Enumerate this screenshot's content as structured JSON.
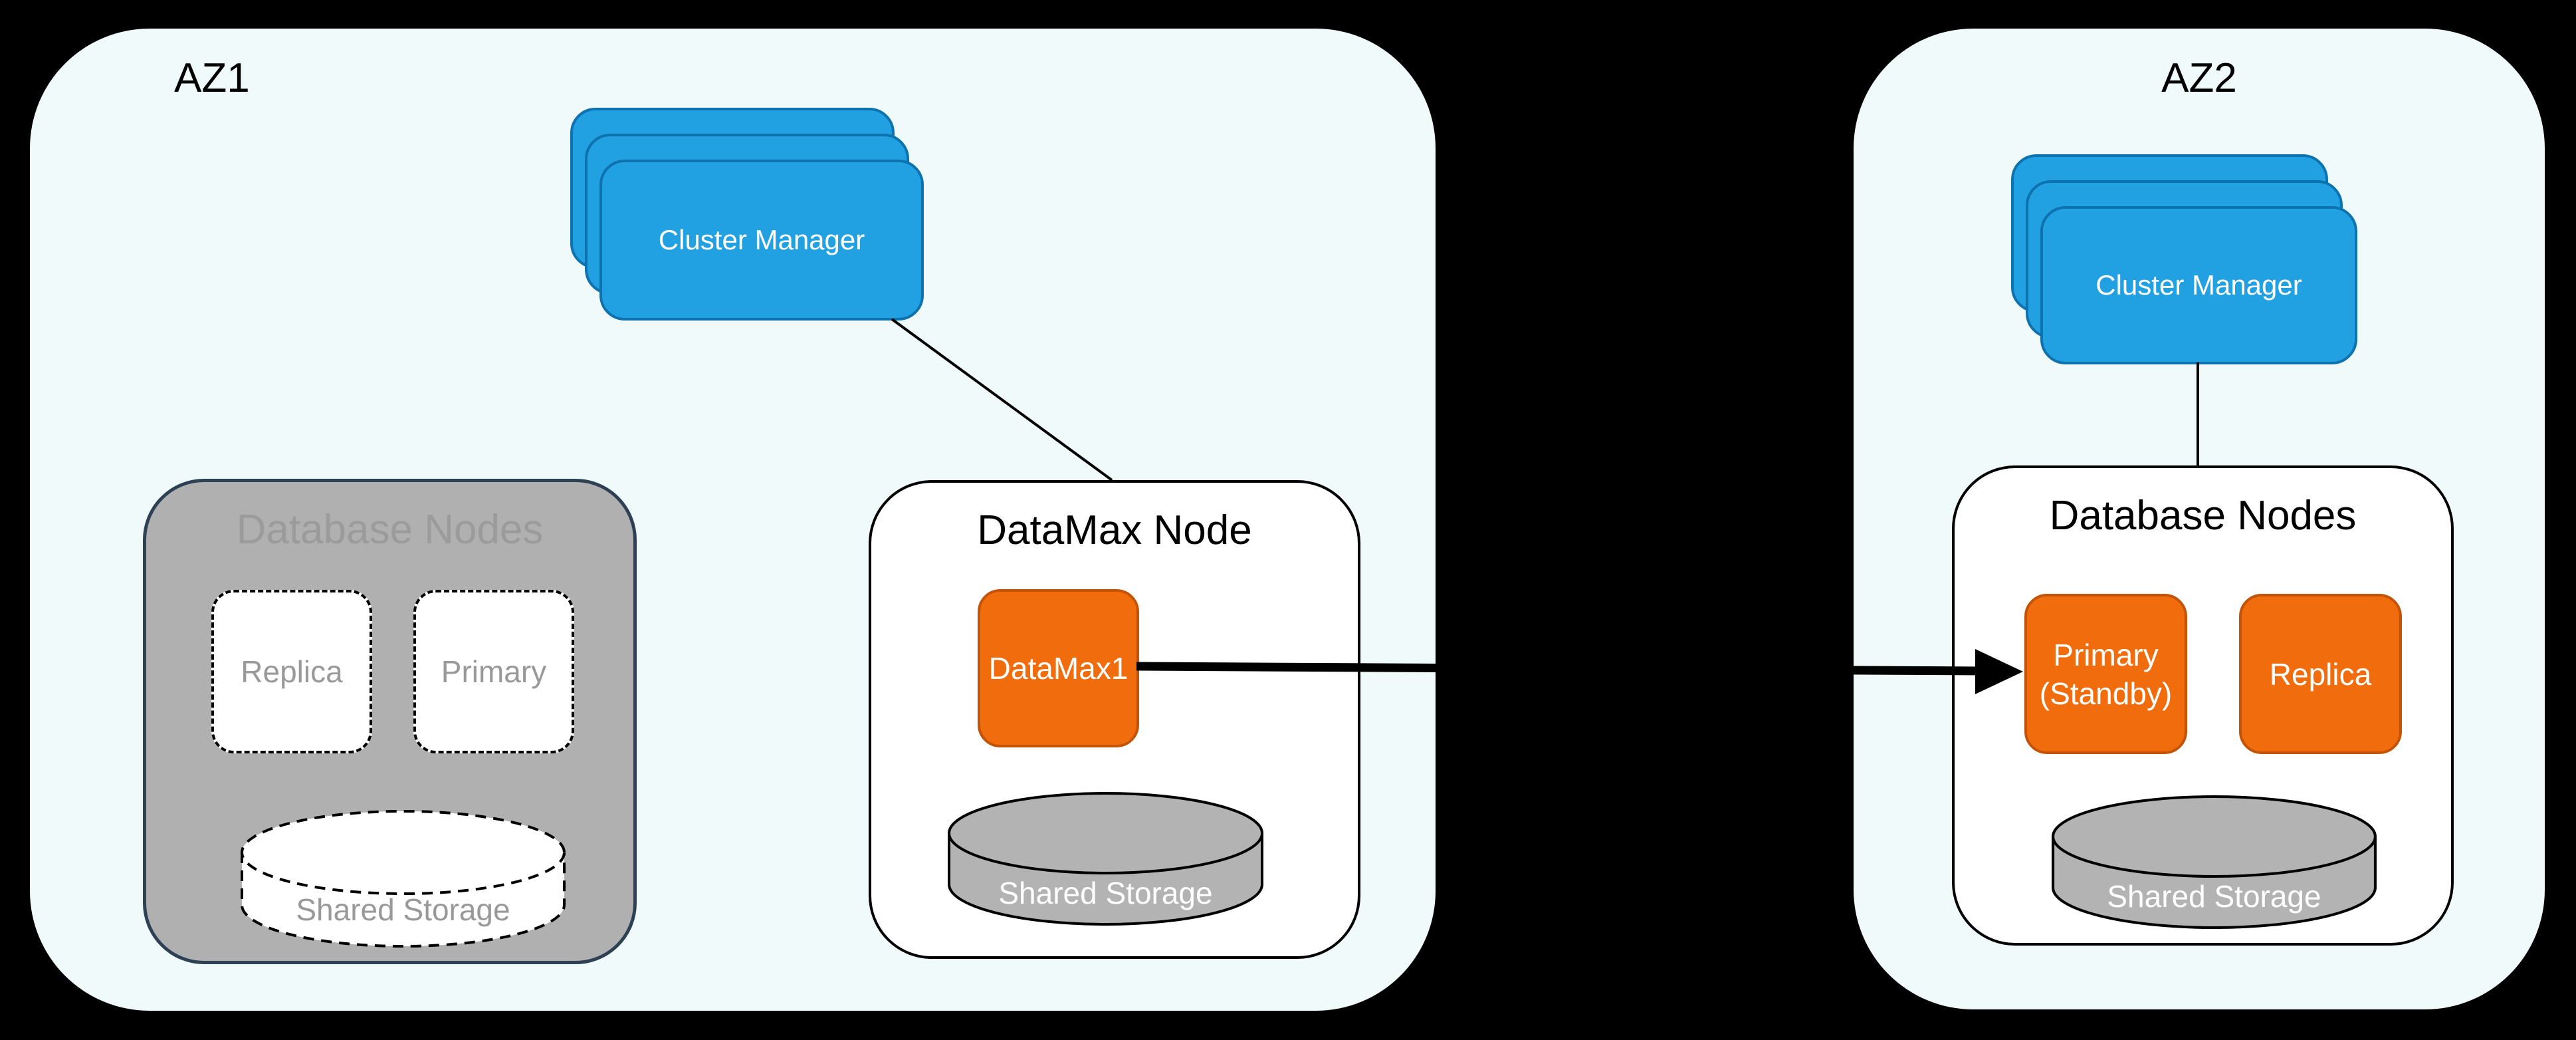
{
  "az1": {
    "label": "AZ1",
    "cluster_manager": {
      "label": "Cluster Manager"
    },
    "database_nodes": {
      "title": "Database Nodes",
      "replica_label": "Replica",
      "primary_label": "Primary",
      "shared_storage_label": "Shared Storage"
    },
    "datamax_node": {
      "title": "DataMax Node",
      "datamax1_label": "DataMax1",
      "shared_storage_label": "Shared Storage"
    }
  },
  "az2": {
    "label": "AZ2",
    "cluster_manager": {
      "label": "Cluster Manager"
    },
    "database_nodes": {
      "title": "Database Nodes",
      "primary_standby_line1": "Primary",
      "primary_standby_line2": "(Standby)",
      "replica_label": "Replica",
      "shared_storage_label": "Shared Storage"
    }
  },
  "colors": {
    "background": "#000000",
    "zone_fill": "#F0FAFB",
    "cluster_manager_fill": "#22A1E2",
    "cluster_manager_border": "#0E72AE",
    "node_orange_fill": "#F06C0C",
    "node_orange_border": "#C35407",
    "inactive_container_fill": "#B0B0B0",
    "inactive_container_border": "#2E4053",
    "inactive_text": "#999999",
    "cylinder_fill": "#B3B3B3",
    "edge_color": "#000000"
  }
}
